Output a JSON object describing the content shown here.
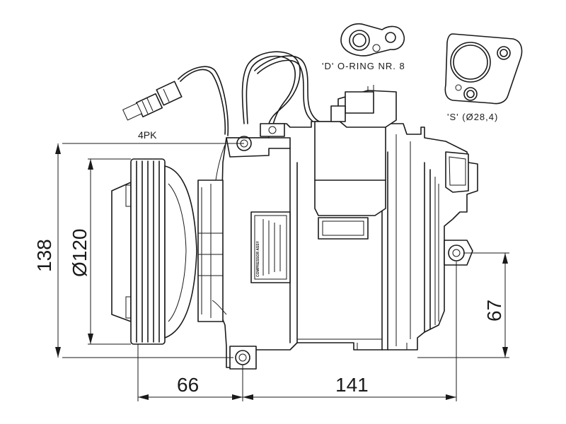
{
  "labels": {
    "belt_type": "4PK",
    "o_ring": "'D' O-RING NR. 8",
    "seal_plate": "'S' (Ø28,4)",
    "plate_title": "COMPRESSOR ASSY"
  },
  "dimensions": {
    "height": "138",
    "pulley_diameter": "Ø120",
    "mount_height": "67",
    "left_offset": "66",
    "body_length": "141"
  }
}
